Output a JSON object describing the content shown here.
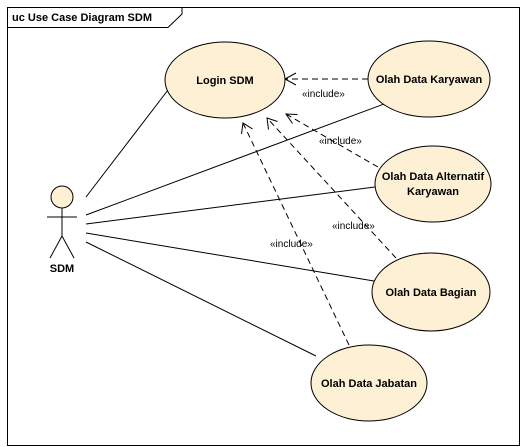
{
  "frame": {
    "title": "uc Use Case Diagram SDM"
  },
  "actor": {
    "name": "SDM"
  },
  "use_cases": {
    "login": {
      "label": "Login SDM"
    },
    "karyawan": {
      "label": "Olah Data Karyawan"
    },
    "alternatif": {
      "line1": "Olah Data Alternatif",
      "line2": "Karyawan"
    },
    "bagian": {
      "label": "Olah Data Bagian"
    },
    "jabatan": {
      "label": "Olah Data Jabatan"
    }
  },
  "relationships": {
    "include_karyawan": "«include»",
    "include_alternatif": "«include»",
    "include_bagian": "«include»",
    "include_jabatan": "«include»"
  }
}
